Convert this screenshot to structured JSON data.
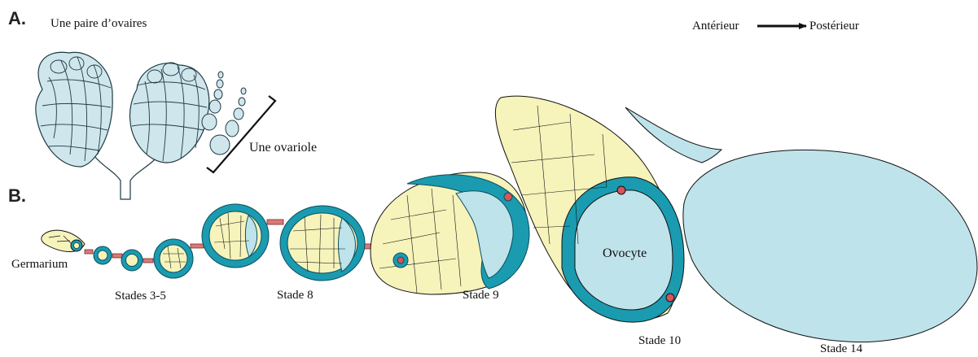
{
  "panels": {
    "a": "A.",
    "b": "B."
  },
  "labels": {
    "ovary_pair": "Une paire d’ovaires",
    "ovariole": "Une ovariole",
    "axis_anterior": "Antérieur",
    "axis_posterior": "Postérieur",
    "germarium": "Germarium",
    "stages_3_5": "Stades 3-5",
    "stage_8": "Stade 8",
    "stage_9": "Stade 9",
    "stage_10": "Stade 10",
    "stage_14": "Stade 14",
    "oocyte": "Ovocyte"
  },
  "colors": {
    "ovary_fill": "#cfe6ec",
    "ovary_stroke": "#1f3a44",
    "follicle_cells": "#1a9bb0",
    "follicle_cell_lines": "#0b4f5c",
    "nurse_cells": "#f6f3bb",
    "oocyte": "#bfe3ea",
    "ring_canals": "#d9535b",
    "stalk": "#d97a76",
    "outline": "#111111"
  }
}
